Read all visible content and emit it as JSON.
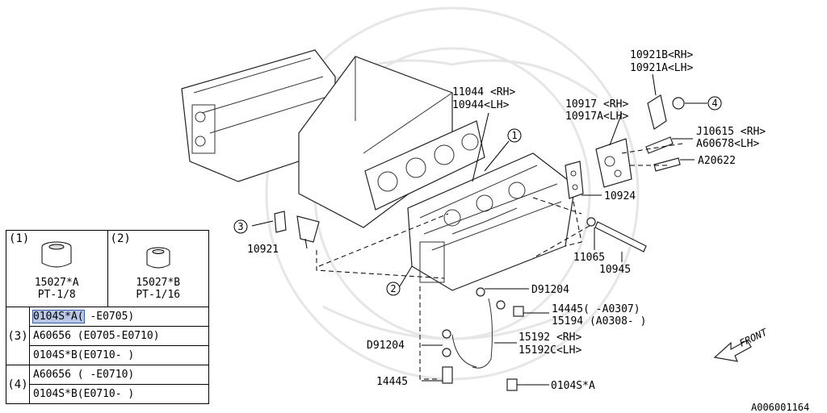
{
  "diagram_id": "A006001164",
  "front_label": "FRONT",
  "callouts": {
    "c1": "1",
    "c2": "2",
    "c3": "3",
    "c4": "4"
  },
  "labels": {
    "p10921b": "10921B<RH>",
    "p10921a": "10921A<LH>",
    "p11044": "11044 <RH>",
    "p10944": "10944<LH>",
    "p10917": "10917 <RH>",
    "p10917a": "10917A<LH>",
    "pj10615": "J10615 <RH>",
    "pa60678": "A60678<LH>",
    "pa20622": "A20622",
    "p10924": "10924",
    "p10921": "10921",
    "p11065": "11065",
    "p10945": "10945",
    "pd91204_r": "D91204",
    "p14445_r1": "14445( -A0307)",
    "p15194": "15194 (A0308- )",
    "p15192": "15192 <RH>",
    "p15192c": "15192C<LH>",
    "pd91204_l": "D91204",
    "p14445_l": "14445",
    "p0104sa": "0104S*A"
  },
  "legend": {
    "plugs": [
      {
        "num": "1",
        "name": "15027*A",
        "thread": "PT-1/8"
      },
      {
        "num": "2",
        "name": "15027*B",
        "thread": "PT-1/16"
      }
    ],
    "groups": [
      {
        "num": "3",
        "rows": [
          "0104S*A(",
          " -E0705)",
          "A60656 (E0705-E0710)",
          "0104S*B(E0710- )"
        ]
      },
      {
        "num": "4",
        "rows": [
          "A60656 ( -E0710)",
          "0104S*B(E0710- )"
        ]
      }
    ]
  }
}
